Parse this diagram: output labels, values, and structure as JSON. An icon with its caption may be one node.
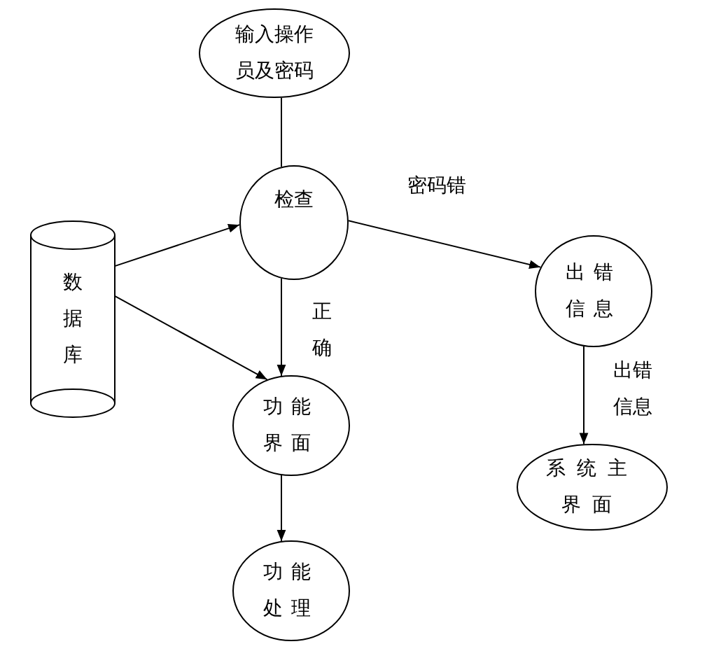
{
  "diagram": {
    "nodes": [
      {
        "text": [
          "输入操作员及密码"
        ]
      },
      {
        "text": [
          "检查"
        ]
      },
      {
        "text": [
          "数据库"
        ]
      },
      {
        "text": [
          "出错信息"
        ]
      },
      {
        "text": [
          "功能界面"
        ]
      },
      {
        "text": [
          "系统主界面"
        ]
      },
      {
        "text": [
          "功能处理"
        ]
      }
    ],
    "edges": [
      {
        "from": 0,
        "to": 1,
        "arrow": "none"
      },
      {
        "from": 2,
        "to": 1,
        "arrow": "to"
      },
      {
        "from": 1,
        "to": 3,
        "arrow": "to",
        "label": "密码错"
      },
      {
        "from": 1,
        "to": 4,
        "arrow": "to",
        "label": "正确"
      },
      {
        "from": 2,
        "to": 4,
        "arrow": "to"
      },
      {
        "from": 4,
        "to": 6,
        "arrow": "to"
      },
      {
        "from": 3,
        "to": 5,
        "arrow": "to",
        "label": "出错信息"
      }
    ]
  }
}
